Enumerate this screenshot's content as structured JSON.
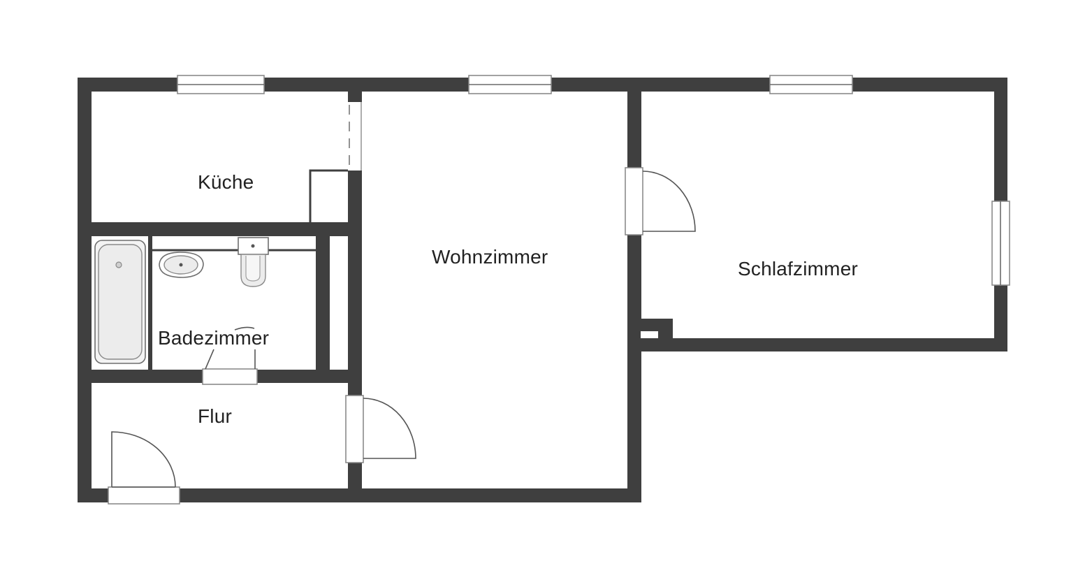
{
  "floorplan": {
    "colors": {
      "wall": "#3f3f3f",
      "background": "#ffffff",
      "label": "#222222"
    },
    "rooms": [
      {
        "id": "kueche",
        "label": "Küche"
      },
      {
        "id": "wohnzimmer",
        "label": "Wohnzimmer"
      },
      {
        "id": "schlafzimmer",
        "label": "Schlafzimmer"
      },
      {
        "id": "badezimmer",
        "label": "Badezimmer"
      },
      {
        "id": "flur",
        "label": "Flur"
      }
    ],
    "symbols": {
      "windows": 4,
      "doors": 4,
      "fixtures": [
        "bathtub-icon",
        "sink-icon",
        "toilet-icon"
      ]
    }
  }
}
